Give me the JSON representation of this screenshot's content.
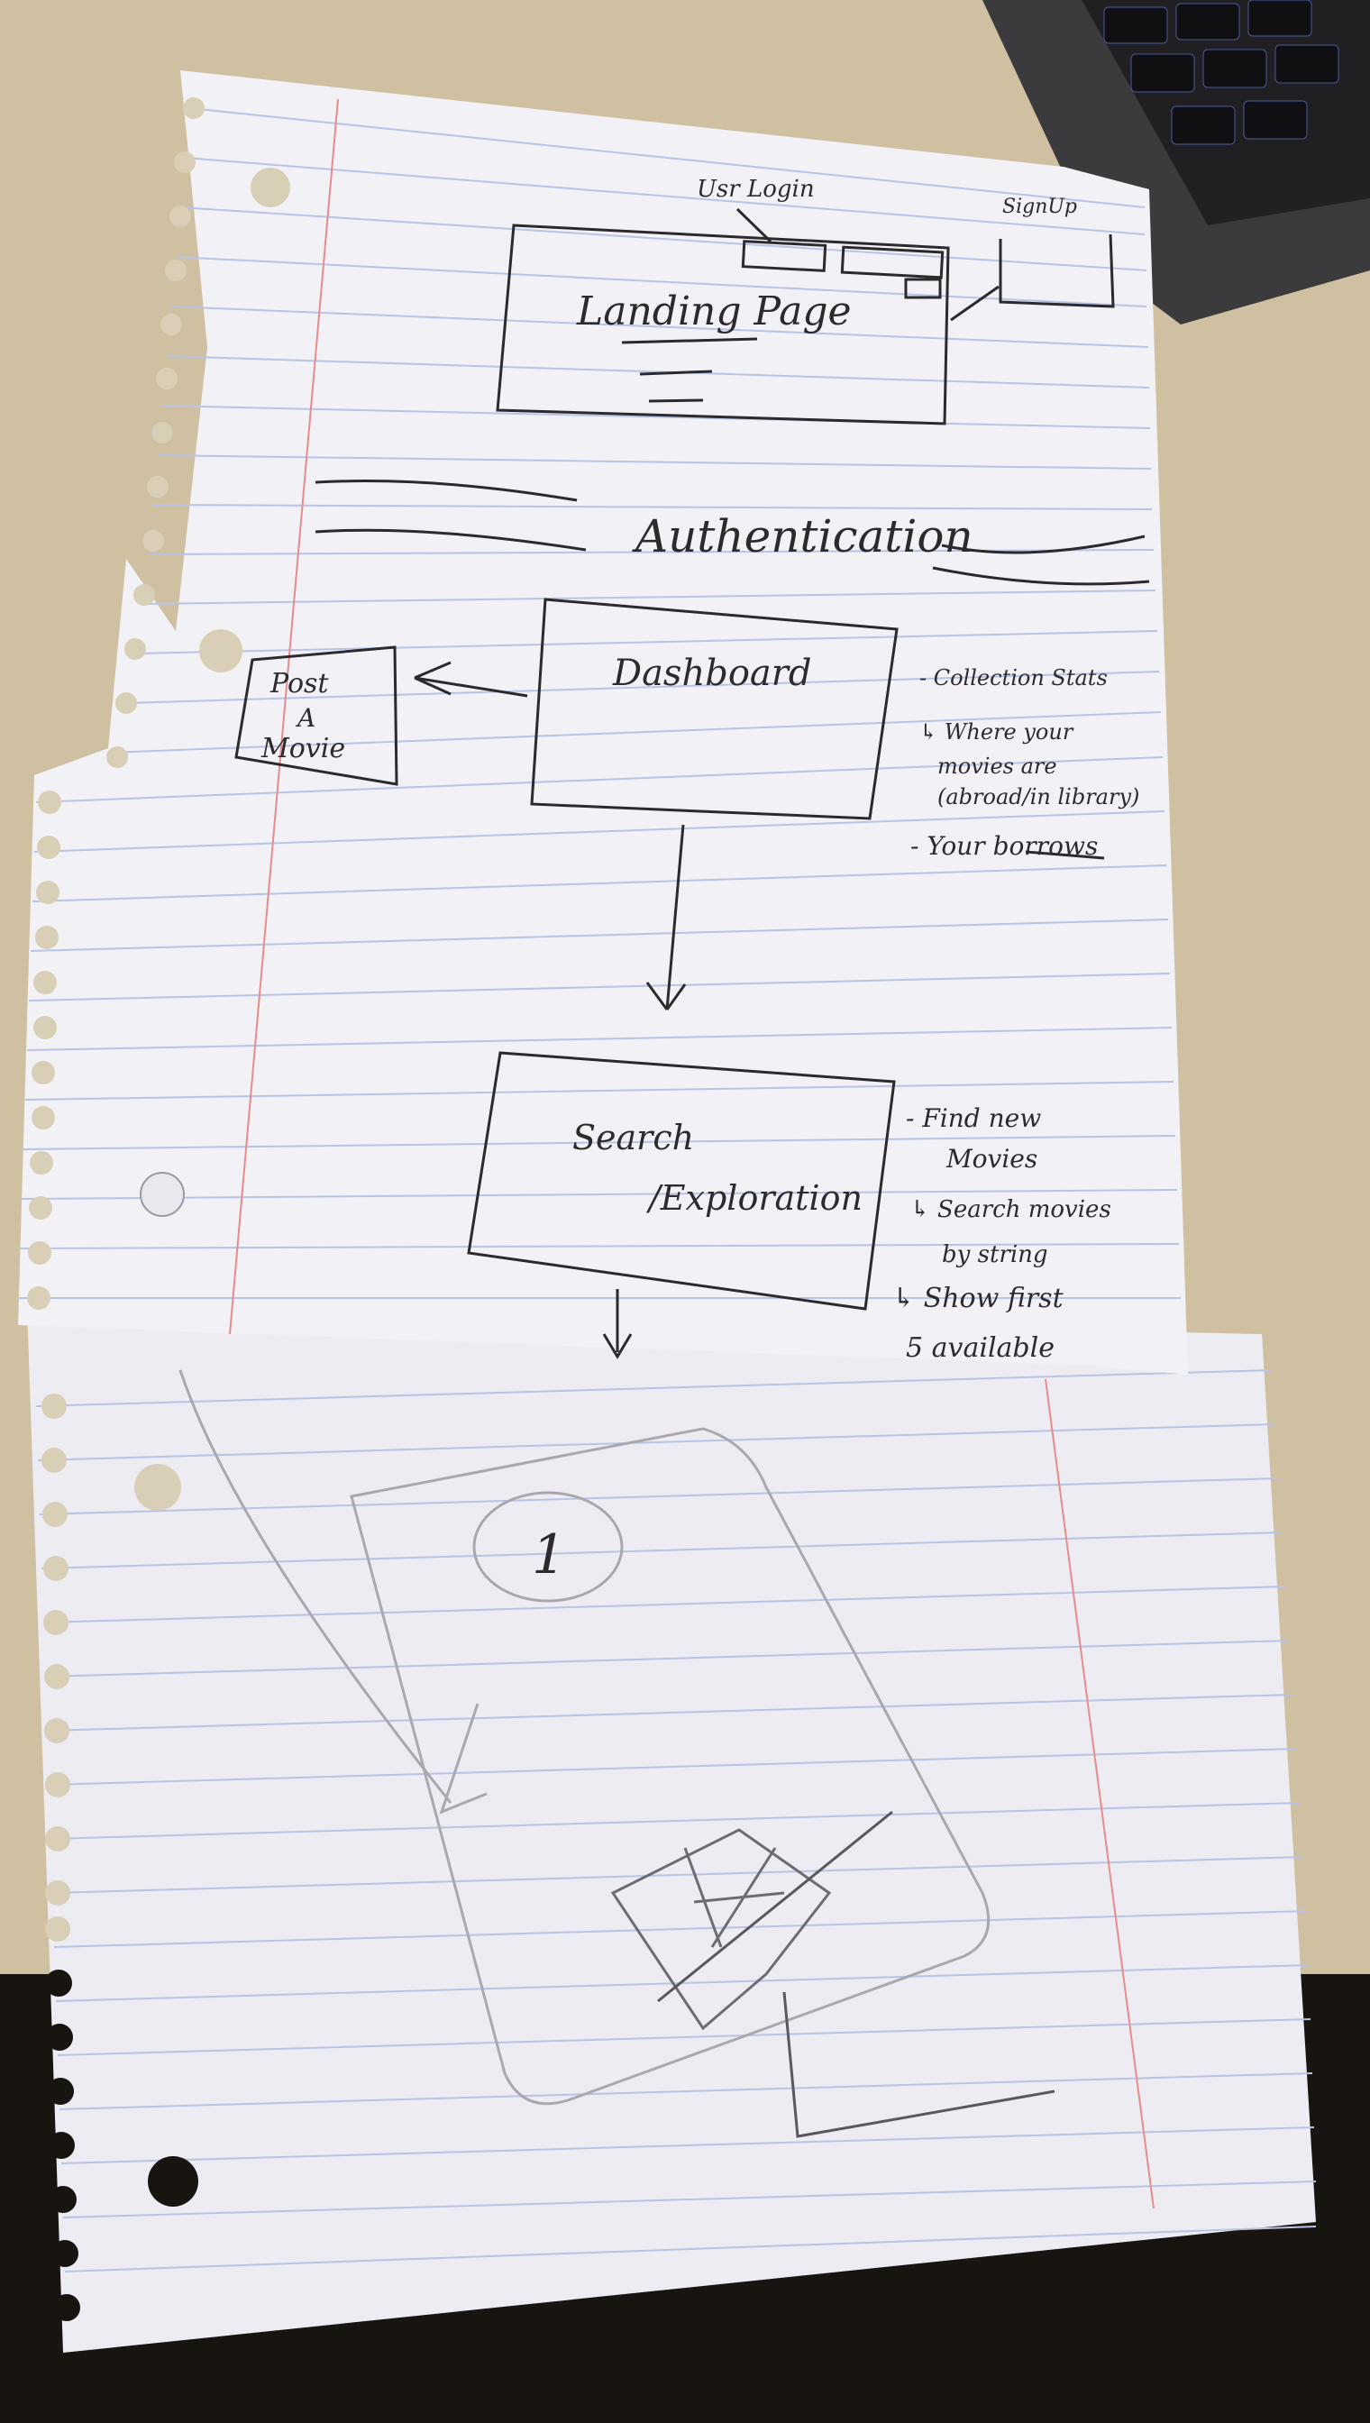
{
  "photo": {
    "desk_color": "#cfc0a2",
    "paper_color": "#f1f1f6",
    "rule_color": "#b9c3e6",
    "margin_color": "#e58c8c",
    "ink_color": "#2d2a2e",
    "pencil_color": "#aaa8ae"
  },
  "sketch": {
    "landing": {
      "user_login": "Usr Login",
      "signup": "SignUp",
      "title": "Landing Page"
    },
    "authentication": "Authentication",
    "dashboard": {
      "title": "Dashboard",
      "notes": [
        "- Collection Stats",
        "↳ Where your",
        "movies are",
        "(abroad/in library)",
        "- Your borrows"
      ]
    },
    "post_movie": {
      "lines": [
        "Post",
        "A",
        "Movie"
      ]
    },
    "search": {
      "title_line1": "Search",
      "title_line2": "/Exploration",
      "notes": [
        "- Find new",
        "Movies",
        "↳ Search movies",
        "by string",
        "↳ Show first",
        "5 available"
      ]
    },
    "pencil_page": {
      "circled_number": "1"
    }
  }
}
